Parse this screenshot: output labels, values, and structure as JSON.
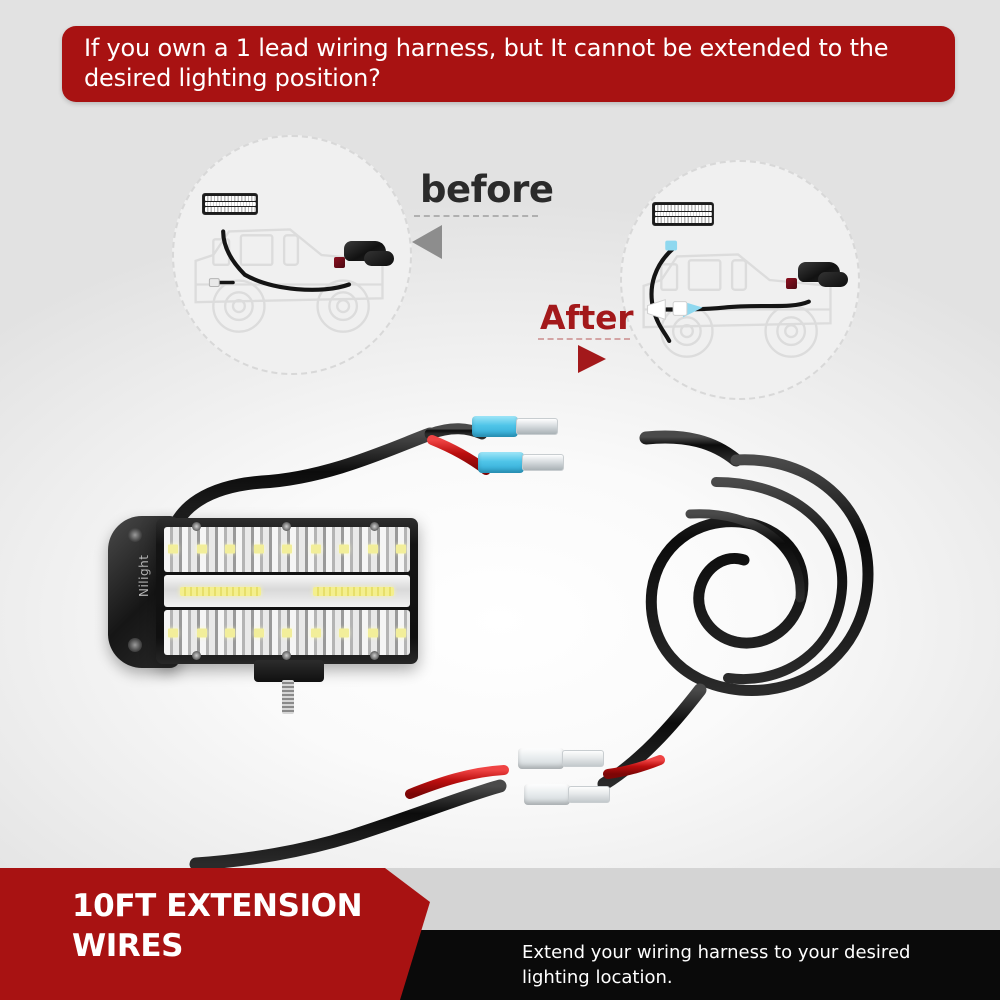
{
  "header": {
    "question": "If you own a 1 lead wiring harness, but It cannot be extended to the desired lighting position?",
    "background_color": "#a81212",
    "text_color": "#ffffff"
  },
  "comparison": {
    "before": {
      "label": "before",
      "label_color": "#2b2b2b",
      "arrow_direction": "left",
      "arrow_color": "#8d8d8d",
      "circle_fill": "#f0f0f0",
      "circle_border": "#d8d8d8",
      "scene": "jeep outline with roof-mounted LED light bar and single short wiring harness that does not reach"
    },
    "after": {
      "label": "After",
      "label_color": "#a3191b",
      "arrow_direction": "right",
      "arrow_color": "#a3191b",
      "circle_fill": "#f0f0f0",
      "circle_border": "#d8d8d8",
      "scene": "jeep outline with roof-mounted LED light bar and harness joined by blue extension connectors reaching the desired position"
    }
  },
  "product": {
    "brand": "Nilight",
    "light_bar": {
      "rows": 3,
      "top_row_leds": 9,
      "bottom_row_leds": 9,
      "mid_row_strips": 2,
      "housing_color": "#141414"
    },
    "wires": {
      "positive_color": "#cc1111",
      "negative_color": "#111111",
      "sheath_color": "#111111",
      "coil_loops": 4
    },
    "connectors": {
      "upper": {
        "type": "blue-spade-connector",
        "color": "#4fc4e8",
        "count": 2
      },
      "lower": {
        "type": "clear-spade-connector",
        "color": "#e8ecee",
        "count": 2
      }
    }
  },
  "footer": {
    "title": "10FT EXTENSION WIRES",
    "description": "Extend your wiring harness to your desired lighting location.",
    "red_color": "#a81212",
    "black_color": "#0a0a0a",
    "gray_color": "#d4d4d4"
  }
}
